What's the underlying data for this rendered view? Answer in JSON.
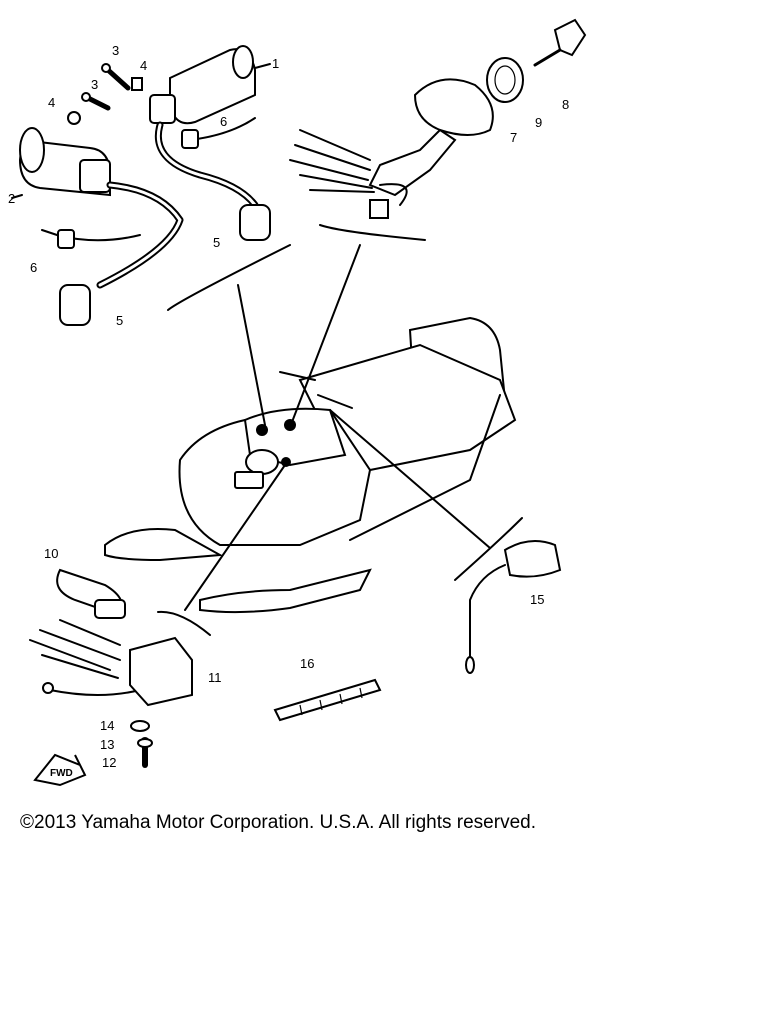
{
  "copyright": "©2013 Yamaha Motor Corporation. U.S.A. All rights reserved.",
  "callouts": [
    {
      "label": "1"
    },
    {
      "label": "2"
    },
    {
      "label": "3"
    },
    {
      "label": "3"
    },
    {
      "label": "4"
    },
    {
      "label": "4"
    },
    {
      "label": "5"
    },
    {
      "label": "5"
    },
    {
      "label": "6"
    },
    {
      "label": "6"
    },
    {
      "label": "7"
    },
    {
      "label": "8"
    },
    {
      "label": "9"
    },
    {
      "label": "10"
    },
    {
      "label": "11"
    },
    {
      "label": "12"
    },
    {
      "label": "13"
    },
    {
      "label": "14"
    },
    {
      "label": "15"
    },
    {
      "label": "16"
    }
  ],
  "fwd_marker": "FWD"
}
